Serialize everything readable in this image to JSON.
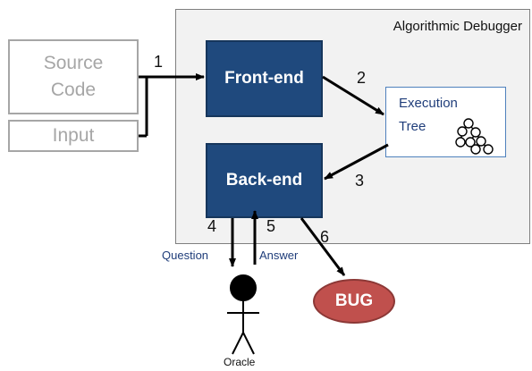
{
  "container_title": "Algorithmic Debugger",
  "nodes": {
    "source_code": [
      "Source",
      "Code"
    ],
    "input": "Input",
    "front_end": "Front-end",
    "back_end": "Back-end",
    "execution_tree": [
      "Execution",
      "Tree"
    ],
    "bug": "BUG",
    "oracle": "Oracle"
  },
  "steps": [
    "1",
    "2",
    "3",
    "4",
    "5",
    "6"
  ],
  "edge_labels": {
    "question": "Question",
    "answer": "Answer"
  },
  "colors": {
    "process_box": "#1f497d",
    "bug": "#c0504d",
    "container": "#f2f2f2",
    "input_box_border": "#a6a6a6"
  },
  "icons": [
    "tree-icon",
    "stick-figure-icon"
  ]
}
